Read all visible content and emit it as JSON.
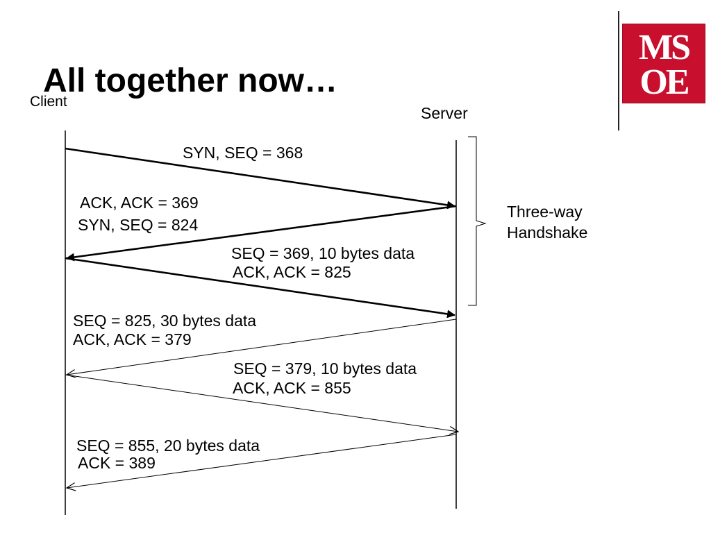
{
  "slide": {
    "title": "All together now…"
  },
  "logo": {
    "line1": "MS",
    "line2": "OE",
    "color": "#c8102e"
  },
  "endpoints": {
    "client": "Client",
    "server": "Server"
  },
  "messages": [
    {
      "direction": "client-to-server",
      "lines": [
        "SYN, SEQ = 368"
      ],
      "weight": "thick"
    },
    {
      "direction": "server-to-client",
      "lines": [
        "ACK, ACK = 369",
        "SYN, SEQ = 824"
      ],
      "weight": "thick"
    },
    {
      "direction": "client-to-server",
      "lines": [
        "SEQ = 369,   10 bytes data",
        "ACK, ACK = 825"
      ],
      "weight": "thick"
    },
    {
      "direction": "server-to-client",
      "lines": [
        "SEQ = 825, 30 bytes data",
        "ACK, ACK = 379"
      ],
      "weight": "thin"
    },
    {
      "direction": "client-to-server",
      "lines": [
        "SEQ = 379,   10 bytes data",
        "ACK, ACK = 855"
      ],
      "weight": "thin"
    },
    {
      "direction": "server-to-client",
      "lines": [
        "SEQ = 855, 20 bytes data",
        "ACK = 389"
      ],
      "weight": "thin"
    }
  ],
  "handshake": {
    "label_line1": "Three-way",
    "label_line2": "Handshake"
  }
}
